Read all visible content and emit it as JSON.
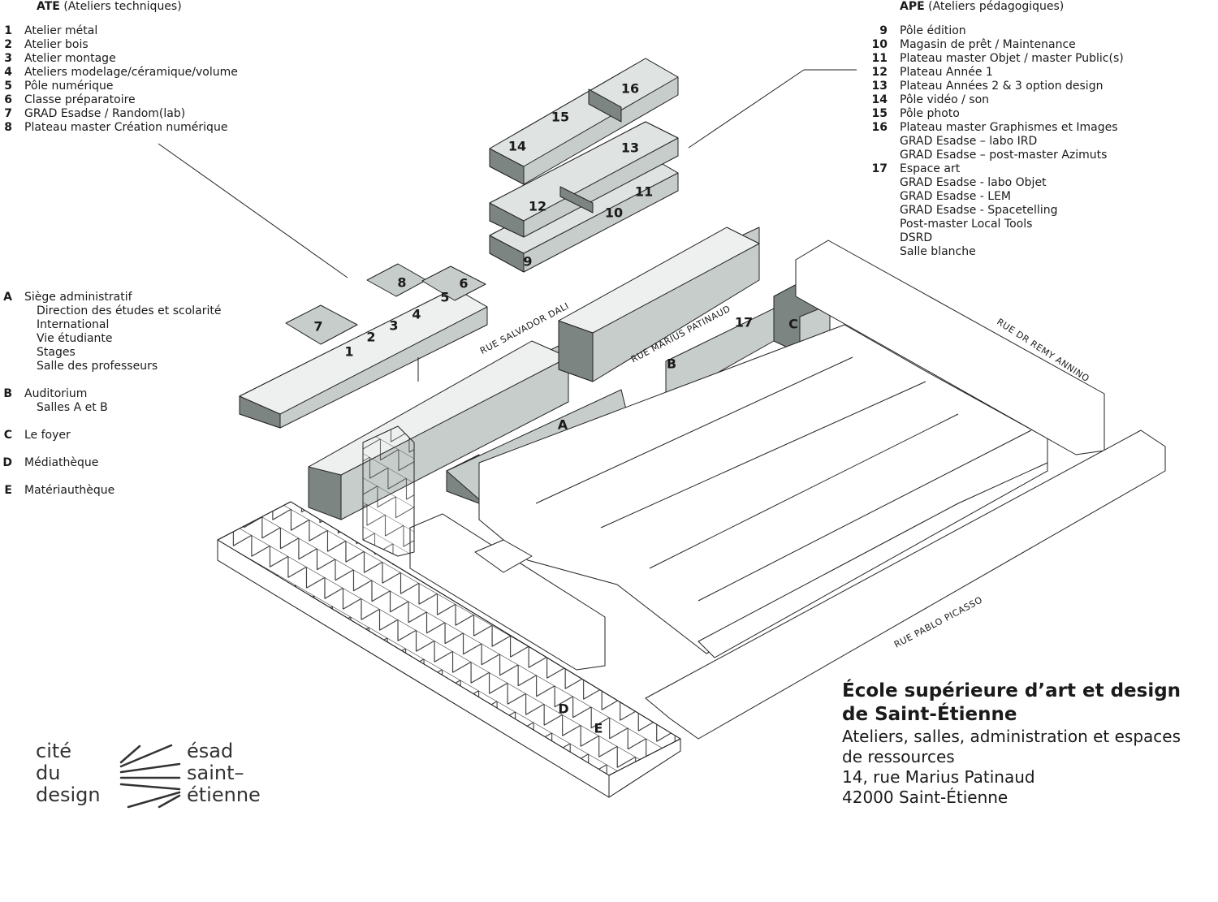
{
  "ate": {
    "abbr": "ATE",
    "title": "(Ateliers techniques)",
    "items": [
      {
        "num": "1",
        "label": "Atelier métal"
      },
      {
        "num": "2",
        "label": "Atelier bois"
      },
      {
        "num": "3",
        "label": "Atelier montage"
      },
      {
        "num": "4",
        "label": "Ateliers modelage/céramique/volume"
      },
      {
        "num": "5",
        "label": "Pôle numérique"
      },
      {
        "num": "6",
        "label": "Classe préparatoire"
      },
      {
        "num": "7",
        "label": "GRAD Esadse / Random(lab)"
      },
      {
        "num": "8",
        "label": "Plateau master Création numérique"
      }
    ]
  },
  "ape": {
    "abbr": "APE",
    "title": "(Ateliers pédagogiques)",
    "items": [
      {
        "num": "9",
        "label": "Pôle édition"
      },
      {
        "num": "10",
        "label": "Magasin de prêt / Maintenance"
      },
      {
        "num": "11",
        "label": "Plateau master Objet / master Public(s)"
      },
      {
        "num": "12",
        "label": "Plateau Année 1"
      },
      {
        "num": "13",
        "label": "Plateau Années 2 & 3 option design"
      },
      {
        "num": "14",
        "label": "Pôle vidéo / son"
      },
      {
        "num": "15",
        "label": "Pôle photo"
      },
      {
        "num": "16",
        "label": "Plateau master Graphismes et Images",
        "subs": [
          "GRAD Esadse – labo IRD",
          "GRAD Esadse – post-master Azimuts"
        ]
      },
      {
        "num": "17",
        "label": "Espace art",
        "subs": [
          "GRAD Esadse - labo Objet",
          "GRAD Esadse - LEM",
          "GRAD Esadse - Spacetelling",
          "Post-master Local Tools",
          "DSRD",
          "Salle blanche"
        ]
      }
    ]
  },
  "buildings": [
    {
      "letter": "A",
      "label": "Siège administratif",
      "subs": [
        "Direction des études et scolarité",
        "International",
        "Vie étudiante",
        "Stages",
        "Salle des professeurs"
      ]
    },
    {
      "letter": "B",
      "label": "Auditorium",
      "subs": [
        "Salles A et B"
      ]
    },
    {
      "letter": "C",
      "label": "Le foyer"
    },
    {
      "letter": "D",
      "label": "Médiathèque"
    },
    {
      "letter": "E",
      "label": "Matériauthèque"
    }
  ],
  "streets": {
    "dali": "RUE SALVADOR DALI",
    "patinaud": "RUE MARIUS PATINAUD",
    "annino": "RUE DR REMY ANNINO",
    "picasso": "RUE PABLO PICASSO"
  },
  "school": {
    "name_line1": "École supérieure d’art et design",
    "name_line2": "de Saint-Étienne",
    "desc_line1": "Ateliers, salles, administration et espaces",
    "desc_line2": "de ressources",
    "address_line1": "14, rue Marius Patinaud",
    "address_line2": "42000 Saint-Étienne"
  },
  "logos": {
    "cite": [
      "cité",
      "du",
      "design"
    ],
    "esad": [
      "ésad",
      "saint–",
      "étienne"
    ]
  },
  "colors": {
    "dark_wall": "#7d8582",
    "light_wall": "#c7cdca",
    "roof": "#ffffff",
    "stroke": "#222222"
  }
}
